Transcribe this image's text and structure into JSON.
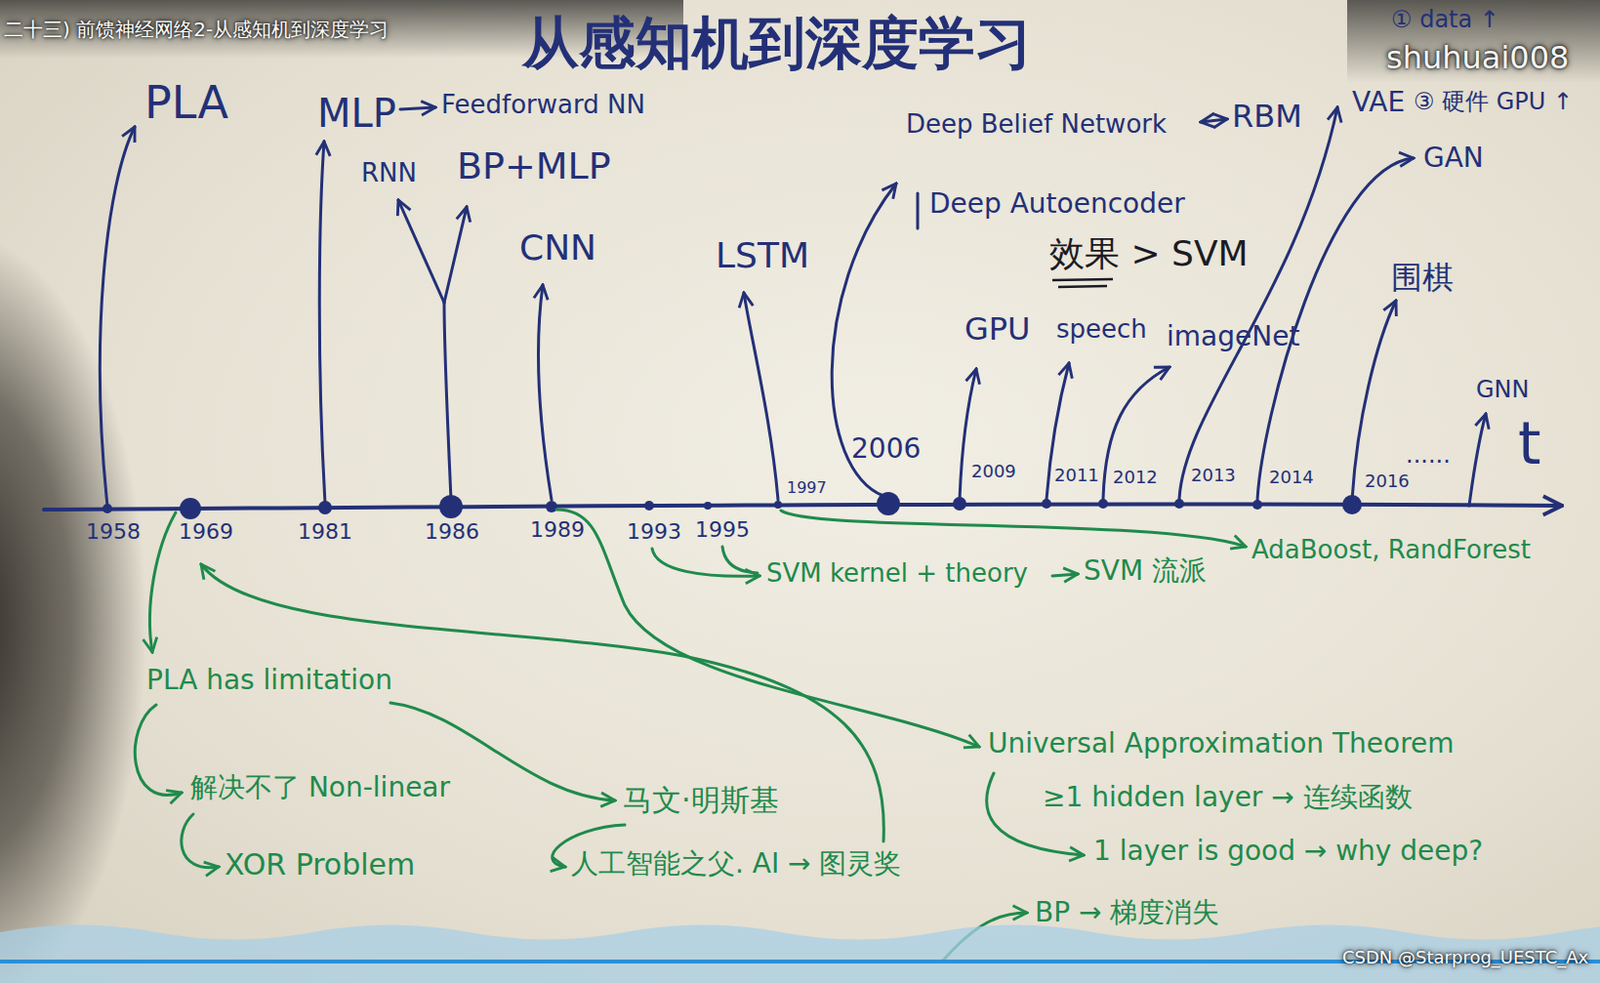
{
  "diagram": {
    "title": "从感知机到深度学习",
    "labels": [
      "二十三) 前馈神经网络2-从感知机到深度学习",
      "① data ↑",
      "shuhuai008",
      "③ 硬件 GPU ↑",
      "PLA",
      "MLP",
      "Feedforward NN",
      "RNN",
      "BP+MLP",
      "CNN",
      "LSTM",
      "Deep Belief Network",
      "RBM",
      "Deep Autoencoder",
      "效果 > SVM",
      "GPU",
      "speech",
      "imageNet",
      "VAE",
      "GAN",
      "围棋",
      "GNN",
      "......",
      "t",
      "1958",
      "1969",
      "1981",
      "1986",
      "1989",
      "1993",
      "1995",
      "1997",
      "2006",
      "2009",
      "2011",
      "2012",
      "2013",
      "2014",
      "2016",
      "SVM kernel + theory",
      "SVM 流派",
      "AdaBoost, RandForest",
      "PLA has limitation",
      "解决不了 Non-linear",
      "XOR Problem",
      "马文·明斯基",
      "人工智能之父. AI → 图灵奖",
      "Universal Approximation Theorem",
      "≥1 hidden layer → 连续函数",
      "1 layer is good → why deep?",
      "BP → 梯度消失",
      "CSDN @Starprog_UESTC_Ax"
    ]
  }
}
